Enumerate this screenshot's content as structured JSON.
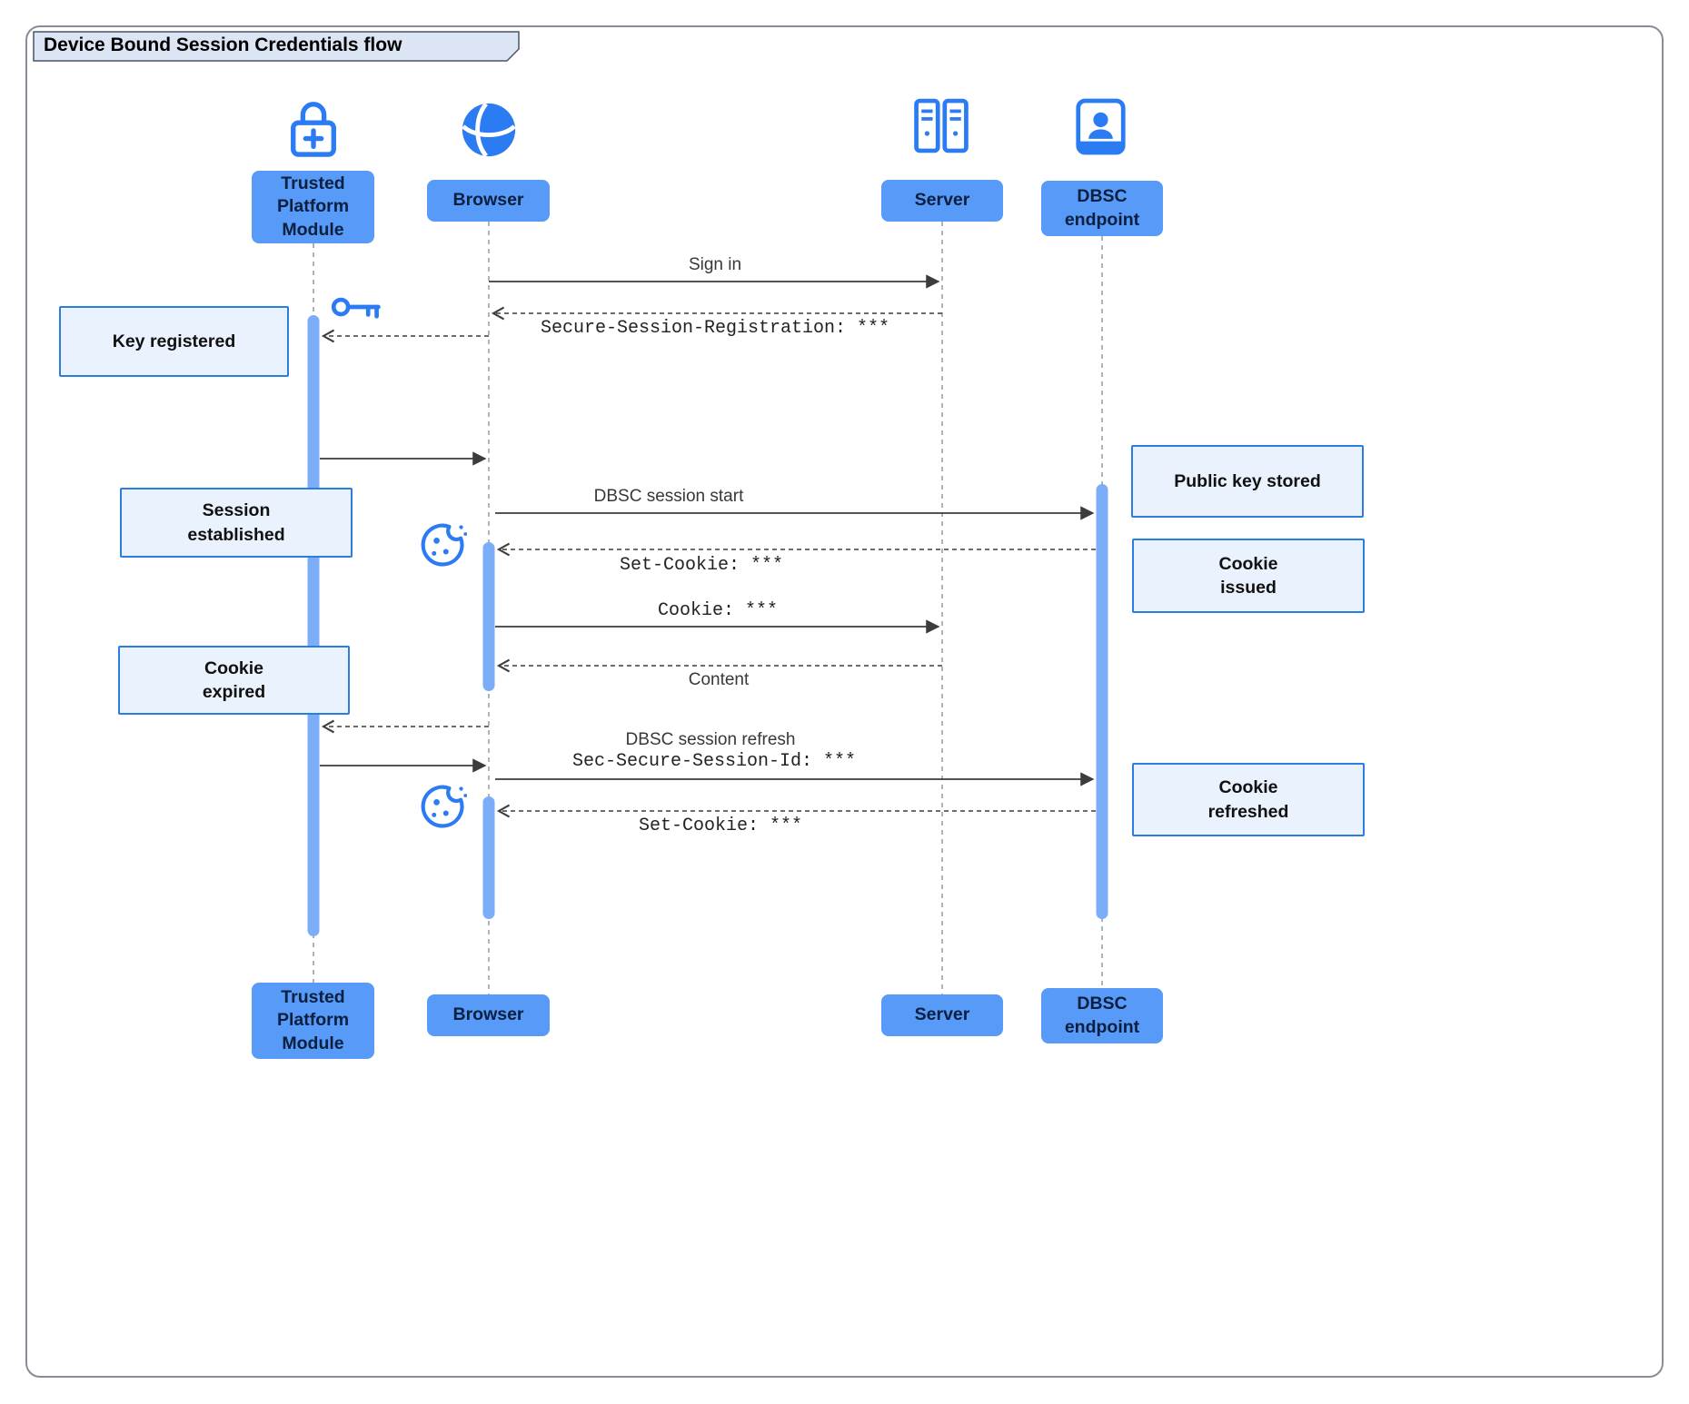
{
  "title": "Device Bound Session Credentials flow",
  "actors": [
    {
      "label": "Trusted Platform Module",
      "icon": "lock-plus-icon"
    },
    {
      "label": "Browser",
      "icon": "globe-icon"
    },
    {
      "label": "Server",
      "icon": "server-icon"
    },
    {
      "label": "DBSC endpoint",
      "icon": "person-badge-icon"
    }
  ],
  "messages": [
    {
      "label": "Sign in",
      "from": "Browser",
      "to": "Server",
      "line": "solid"
    },
    {
      "label": "Secure-Session-Registration: ***",
      "from": "Server",
      "to": "Browser",
      "line": "dashed",
      "font": "mono"
    },
    {
      "label": "",
      "from": "Browser",
      "to": "Trusted Platform Module",
      "line": "dashed"
    },
    {
      "label": "",
      "from": "Trusted Platform Module",
      "to": "Browser",
      "line": "solid"
    },
    {
      "label": "DBSC session start",
      "from": "Browser",
      "to": "DBSC endpoint",
      "line": "solid"
    },
    {
      "label": "Set-Cookie: ***",
      "from": "DBSC endpoint",
      "to": "Browser",
      "line": "dashed",
      "font": "mono"
    },
    {
      "label": "Cookie: ***",
      "from": "Browser",
      "to": "Server",
      "line": "solid",
      "font": "mono"
    },
    {
      "label": "Content",
      "from": "Server",
      "to": "Browser",
      "line": "dashed"
    },
    {
      "label": "",
      "from": "Browser",
      "to": "Trusted Platform Module",
      "line": "dashed"
    },
    {
      "label": "",
      "from": "Trusted Platform Module",
      "to": "Browser",
      "line": "solid"
    },
    {
      "label": "DBSC session refresh",
      "label2": "Sec-Secure-Session-Id: ***",
      "from": "Browser",
      "to": "DBSC endpoint",
      "line": "solid"
    },
    {
      "label": "Set-Cookie: ***",
      "from": "DBSC endpoint",
      "to": "Browser",
      "line": "dashed",
      "font": "mono"
    }
  ],
  "notes": [
    {
      "label": "Key registered",
      "side": "left"
    },
    {
      "label": "Session established",
      "side": "left"
    },
    {
      "label": "Cookie expired",
      "side": "left"
    },
    {
      "label": "Public key stored",
      "side": "right"
    },
    {
      "label": "Cookie issued",
      "side": "right"
    },
    {
      "label": "Cookie refreshed",
      "side": "right"
    }
  ],
  "colors": {
    "actor_fill": "#579af7",
    "note_fill": "#eaf2fd",
    "note_border": "#2a7de1",
    "icon_blue": "#2b7bf3",
    "activation_bar": "#7badf9"
  }
}
